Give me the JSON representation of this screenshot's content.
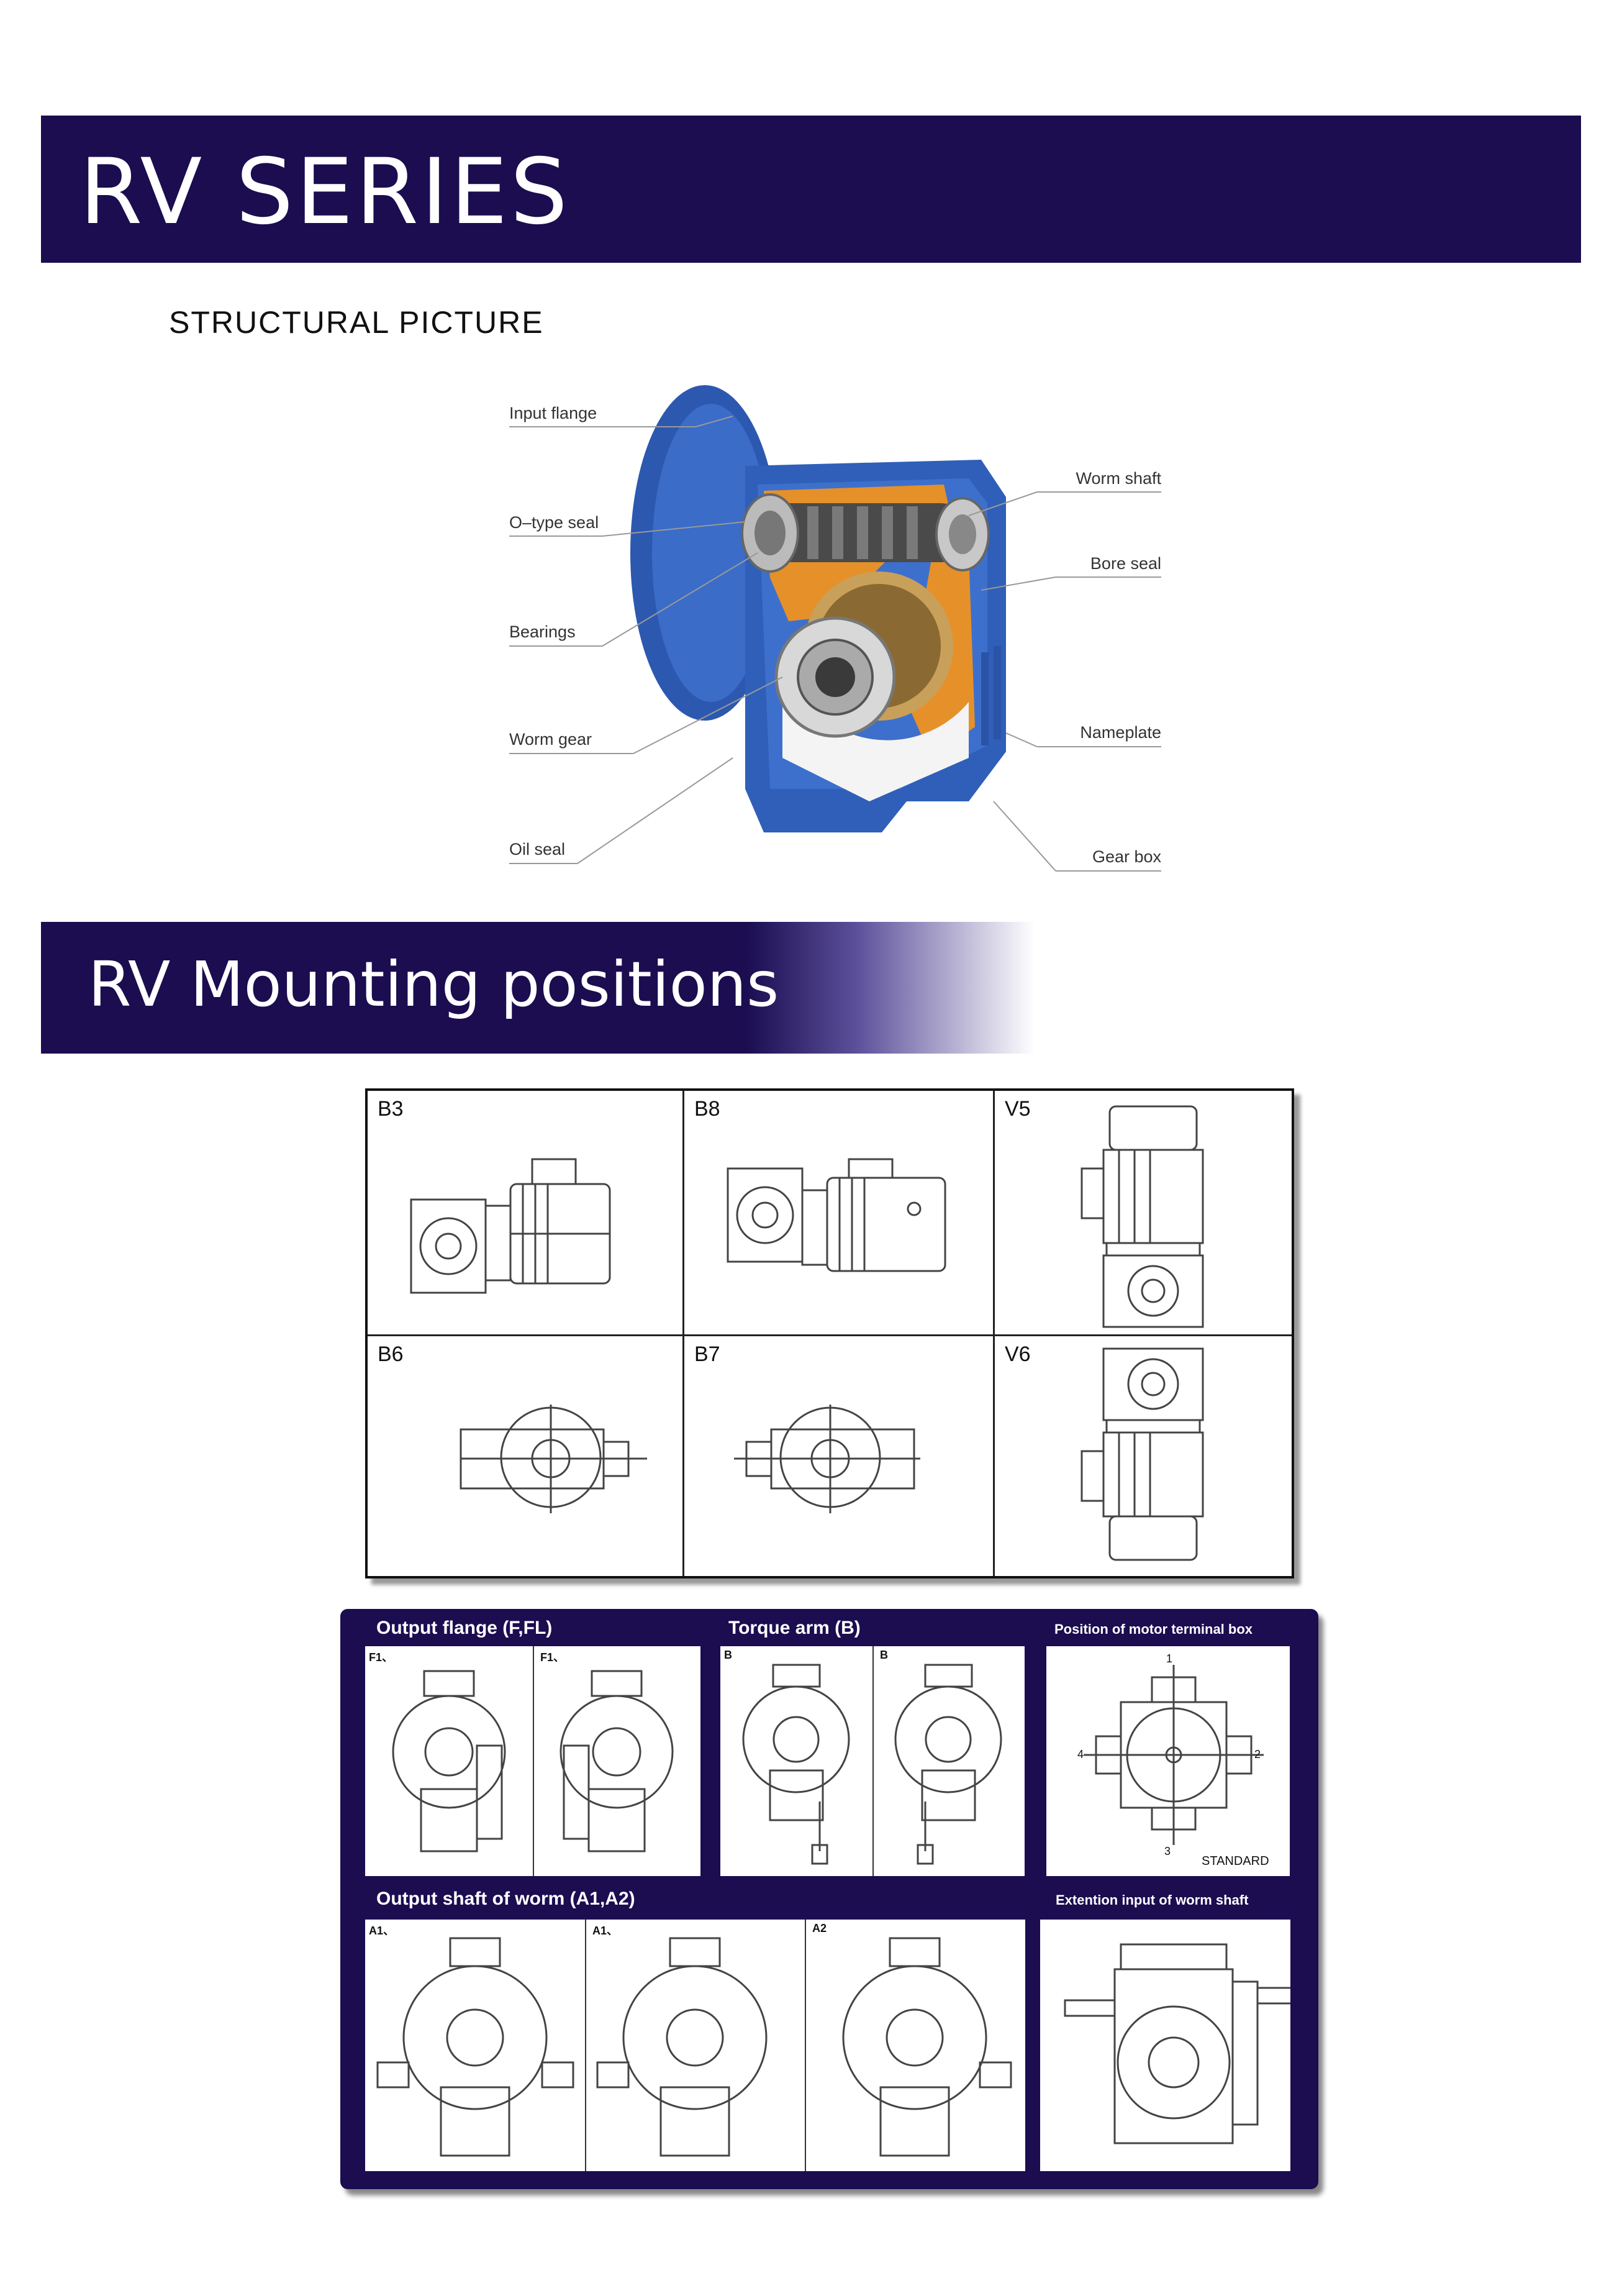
{
  "header_top": {
    "title": "RV SERIES"
  },
  "structural": {
    "subtitle": "STRUCTURAL PICTURE",
    "labels_left": [
      "Input flange",
      "O–type seal",
      "Bearings",
      "Worm gear",
      "Oil seal"
    ],
    "labels_right": [
      "Worm shaft",
      "Bore seal",
      "Nameplate",
      "Gear box"
    ]
  },
  "header_mounting": {
    "title": "RV Mounting positions"
  },
  "mounting_positions": [
    "B3",
    "B8",
    "V5",
    "B6",
    "B7",
    "V6"
  ],
  "accessories": {
    "output_flange": {
      "title": "Output flange (F,FL)",
      "sub": [
        "F1、",
        "F1、"
      ]
    },
    "torque_arm": {
      "title": "Torque arm (B)",
      "sub": [
        "B",
        "B"
      ]
    },
    "terminal_box": {
      "title": "Position of motor terminal box",
      "positions": [
        "1",
        "2",
        "3",
        "4"
      ],
      "note": "STANDARD"
    },
    "worm_shaft": {
      "title": "Output shaft of worm (A1,A2)",
      "sub": [
        "A1、",
        "A1、",
        "A2"
      ]
    },
    "extension": {
      "title": "Extention input of worm shaft"
    }
  },
  "colors": {
    "banner": "#1b0d50",
    "gearbox_blue": "#2f5fb8",
    "cutaway_orange": "#e6902a"
  }
}
